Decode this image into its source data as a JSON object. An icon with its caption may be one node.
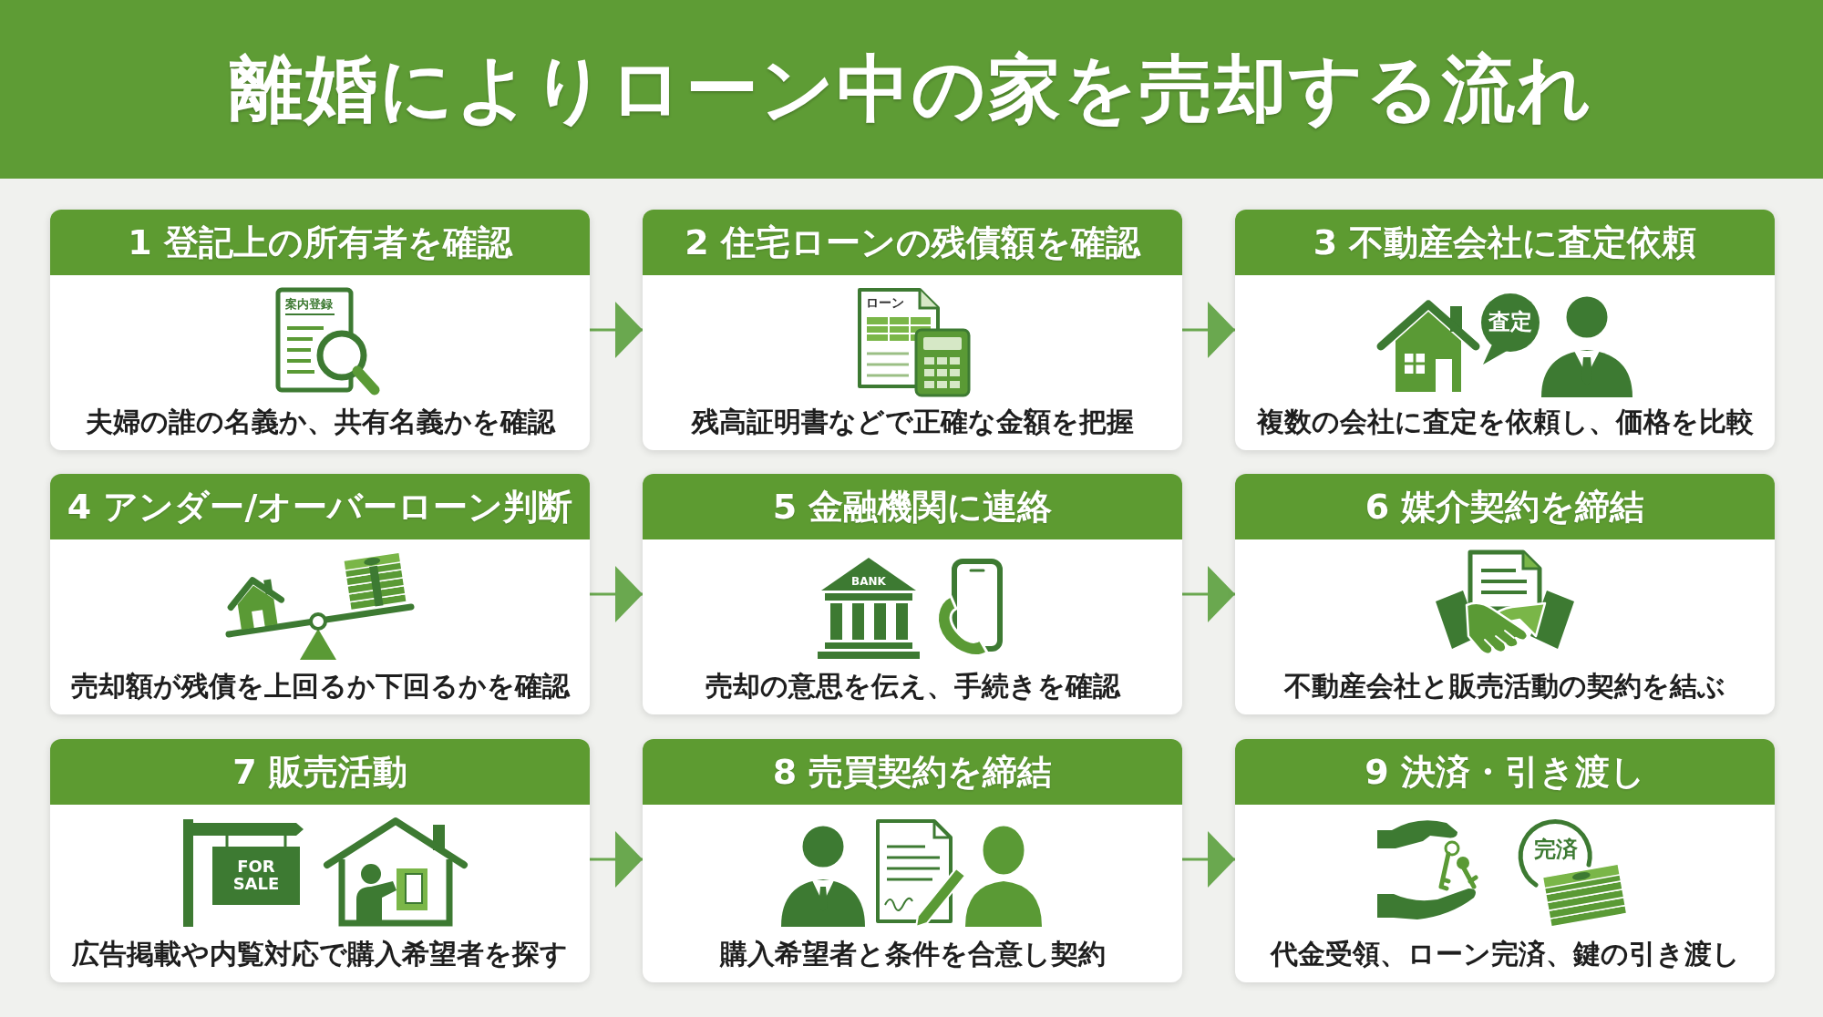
{
  "diagram": {
    "title": "離婚によりローン中の家を売却する流れ",
    "nodes": [
      {
        "text": [
          "1 登記上の所有者を確認",
          "夫婦の誰の名義か、共有名義かを確認"
        ]
      },
      {
        "text": [
          "2 住宅ローンの残債額を確認",
          "残高証明書などで正確な金額を把握"
        ]
      },
      {
        "text": [
          "3 不動産会社に査定依頼",
          "複数の会社に査定を依頼し、価格を比較"
        ]
      },
      {
        "text": [
          "4 アンダー/オーバーローン判断",
          "売却額が残債を上回るか下回るかを確認"
        ]
      },
      {
        "text": [
          "5 金融機関に連絡",
          "売却の意思を伝え、手続きを確認"
        ]
      },
      {
        "text": [
          "6 媒介契約を締結",
          "不動産会社と販売活動の契約を結ぶ"
        ]
      },
      {
        "text": [
          "7 販売活動",
          "広告掲載や内覧対応で購入希望者を探す"
        ]
      },
      {
        "text": [
          "8 売買契約を締結",
          "購入希望者と条件を合意し契約"
        ]
      },
      {
        "text": [
          "9 決済・引き渡し",
          "代金受領、ローン完済、鍵の引き渡し"
        ]
      }
    ],
    "edges": [
      {
        "from": 0,
        "to": 1,
        "arrow": "to"
      },
      {
        "from": 1,
        "to": 2,
        "arrow": "to"
      },
      {
        "from": 3,
        "to": 4,
        "arrow": "to"
      },
      {
        "from": 4,
        "to": 5,
        "arrow": "to"
      },
      {
        "from": 6,
        "to": 7,
        "arrow": "to"
      },
      {
        "from": 7,
        "to": 8,
        "arrow": "to"
      }
    ],
    "labels": [
      "案内登録",
      "ローン",
      "査定",
      "BANK",
      "FOR SALE",
      "完済"
    ]
  }
}
